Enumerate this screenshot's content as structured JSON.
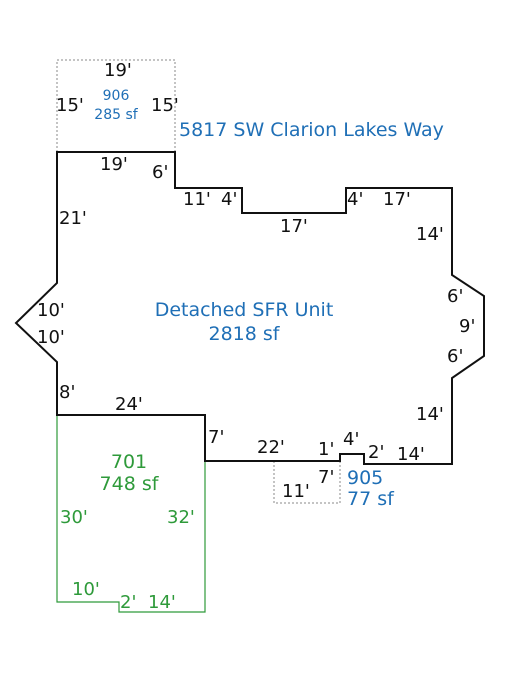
{
  "address": "5817 SW Clarion Lakes Way",
  "colors": {
    "main_outline": "#111111",
    "garage_outline": "#2e9a3a",
    "dotted_outline": "#888888",
    "blue_text": "#1f6fb6",
    "green_text": "#2e9a3a"
  },
  "main_unit": {
    "name": "Detached SFR Unit",
    "area": "2818 sf",
    "dims": {
      "top_left": "19'",
      "step_down": "6'",
      "d11": "11'",
      "d4a": "4'",
      "d17a": "17'",
      "d4b": "4'",
      "d17b": "17'",
      "right_14a": "14'",
      "bay_6a": "6'",
      "bay_9": "9'",
      "bay_6b": "6'",
      "right_14b": "14'",
      "bottom_14": "14'",
      "bottom_2": "2'",
      "bottom_4": "4'",
      "bottom_1": "1'",
      "bottom_22": "22'",
      "inner_7": "7'",
      "bottom_24": "24'",
      "left_8": "8'",
      "left_10a": "10'",
      "left_10b": "10'",
      "left_21": "21'"
    }
  },
  "area_906": {
    "code": "906",
    "area": "285 sf",
    "dims": {
      "top": "19'",
      "left": "15'",
      "right": "15'"
    }
  },
  "area_701": {
    "code": "701",
    "area": "748 sf",
    "dims": {
      "left": "30'",
      "right": "32'",
      "bottom_10": "10'",
      "bottom_2": "2'",
      "bottom_14": "14'"
    }
  },
  "area_905": {
    "code": "905",
    "area": "77 sf",
    "dims": {
      "width": "11'",
      "depth": "7'"
    }
  }
}
